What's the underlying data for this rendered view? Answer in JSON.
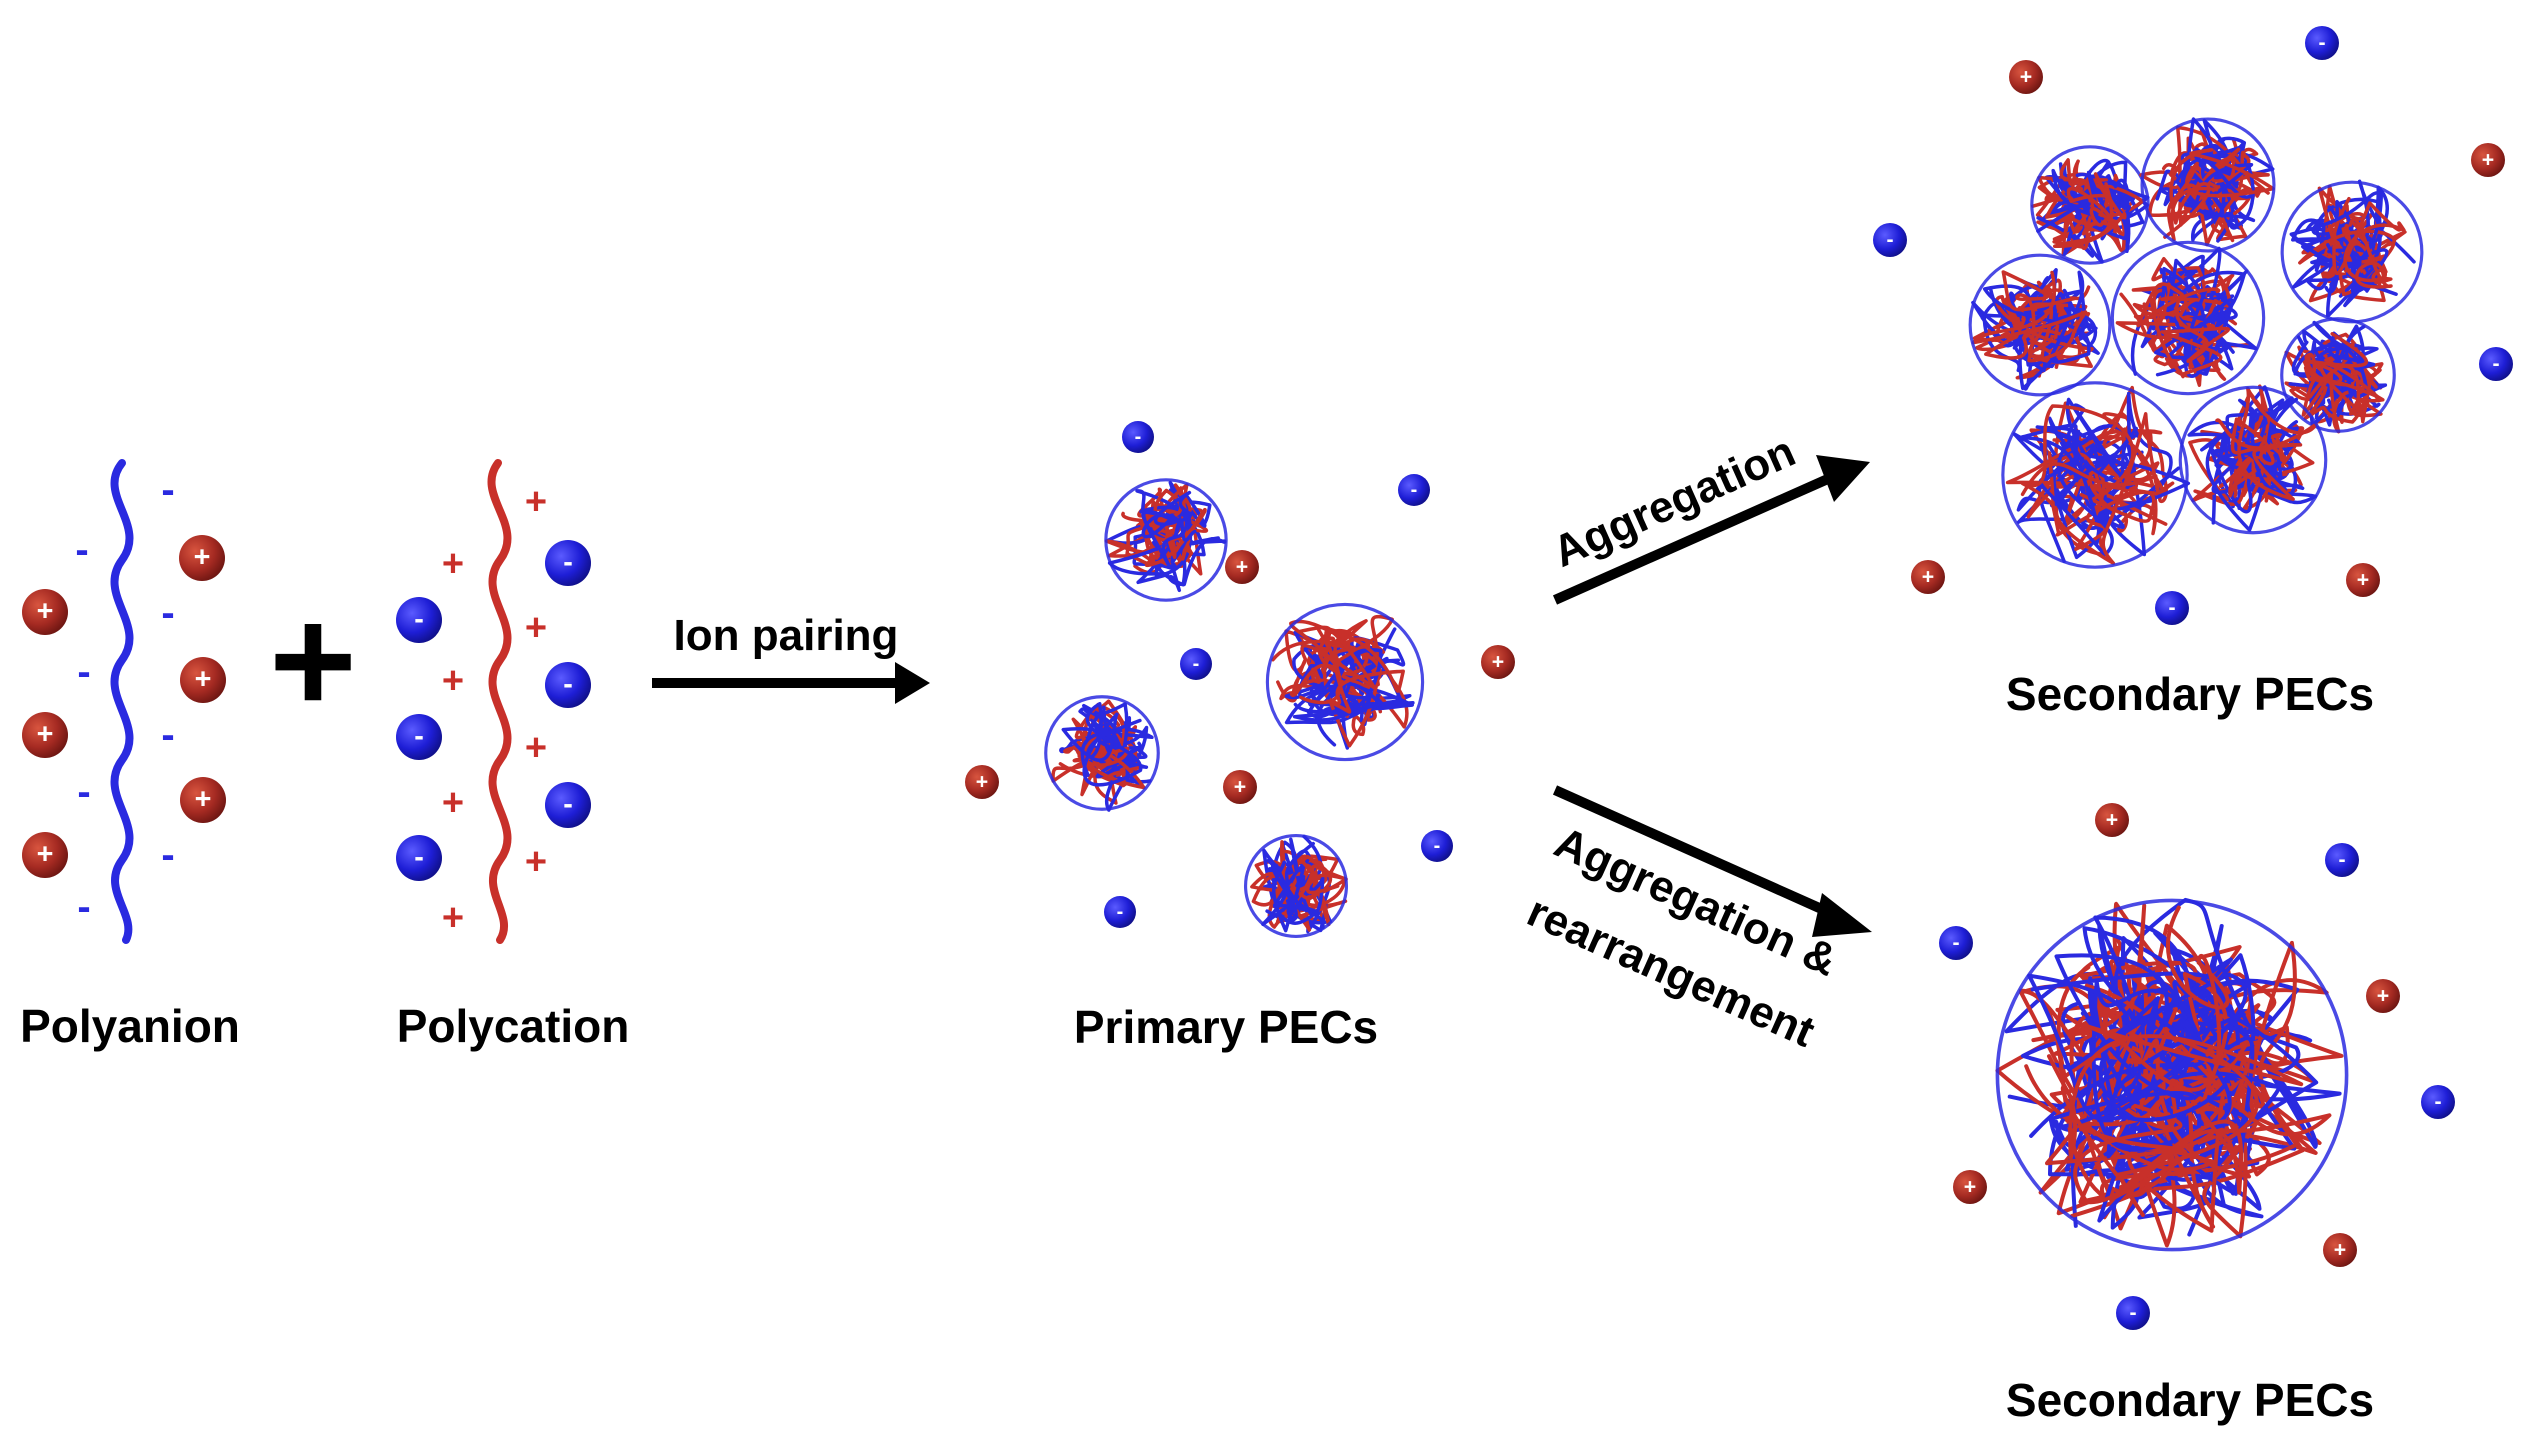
{
  "labels": {
    "polyanion": "Polyanion",
    "polycation": "Polycation",
    "ion_pairing": "Ion pairing",
    "primary_pecs": "Primary PECs",
    "aggregation": "Aggregation",
    "aggregation_rearrangement_line1": "Aggregation &",
    "aggregation_rearrangement_line2": "rearrangement",
    "secondary_pecs_top": "Secondary PECs",
    "secondary_pecs_bottom": "Secondary PECs"
  },
  "symbols": {
    "plus_operator": "+",
    "plus_sign": "+",
    "minus_sign": "-"
  },
  "colors": {
    "polyanion": "#2a2ae0",
    "polycation": "#c8302a",
    "cation_ion": "#a52a22",
    "anion_ion": "#1e1ed6",
    "arrow": "#000000"
  }
}
